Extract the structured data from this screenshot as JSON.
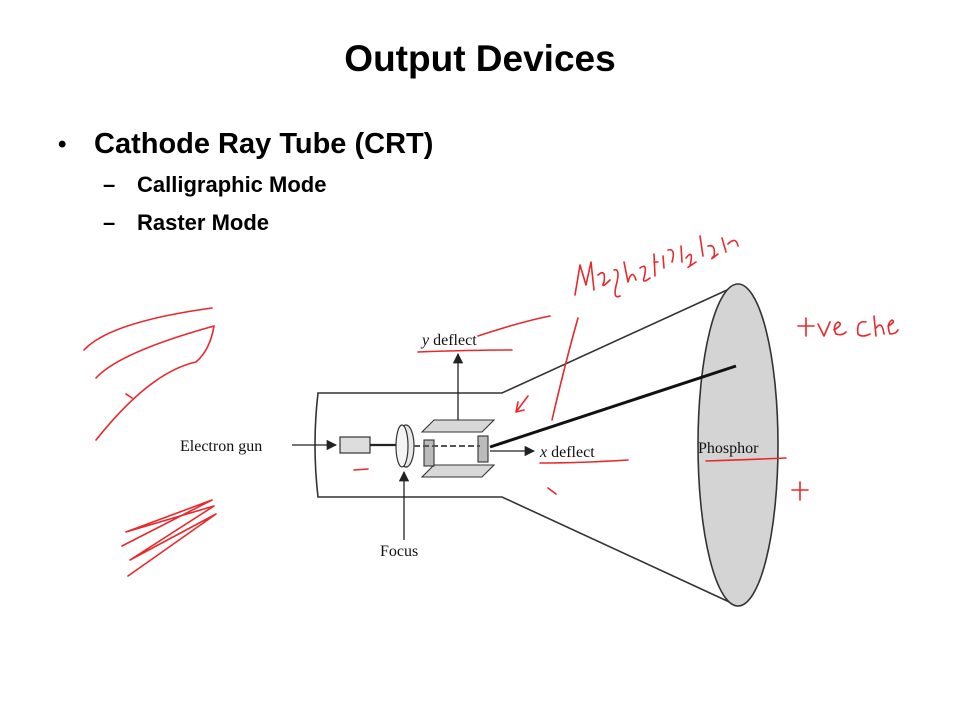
{
  "slide": {
    "title": "Output Devices",
    "bullet": "Cathode Ray Tube (CRT)",
    "sub_items": [
      "Calligraphic Mode",
      "Raster Mode"
    ]
  },
  "diagram": {
    "labels": {
      "electron_gun": "Electron gun",
      "focus": "Focus",
      "y_deflect_var": "y",
      "y_deflect_word": " deflect",
      "x_deflect_var": "x",
      "x_deflect_word": " deflect",
      "phosphor": "Phosphor"
    },
    "colors": {
      "tube_line": "#333333",
      "screen_fill": "#d4d4d4",
      "annotation_ink": "#e8282b"
    }
  }
}
